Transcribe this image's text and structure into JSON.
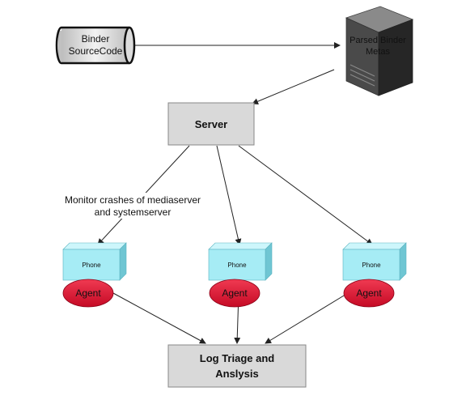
{
  "source_code": {
    "line1": "Binder",
    "line2": "SourceCode"
  },
  "parsed_metas": {
    "line1": "Parsed Binder",
    "line2": "Metas"
  },
  "server": {
    "label": "Server"
  },
  "annotation": {
    "line1": "Monitor crashes of mediaserver",
    "line2": "and systemserver"
  },
  "phones": [
    {
      "phone_label": "Phone",
      "agent_label": "Agent"
    },
    {
      "phone_label": "Phone",
      "agent_label": "Agent"
    },
    {
      "phone_label": "Phone",
      "agent_label": "Agent"
    }
  ],
  "log_triage": {
    "line1": "Log Triage and",
    "line2": "Anslysis"
  },
  "colors": {
    "box_fill": "#d9d9d9",
    "box_stroke": "#888888",
    "phone_front": "#a6ecf5",
    "phone_top": "#cdf6fb",
    "phone_side": "#6fc6d3",
    "agent_fill": "#e0102e",
    "server_dark": "#2e2e2e",
    "server_mid": "#6b6b6b",
    "server_light": "#a0a0a0",
    "arrow": "#222222"
  }
}
